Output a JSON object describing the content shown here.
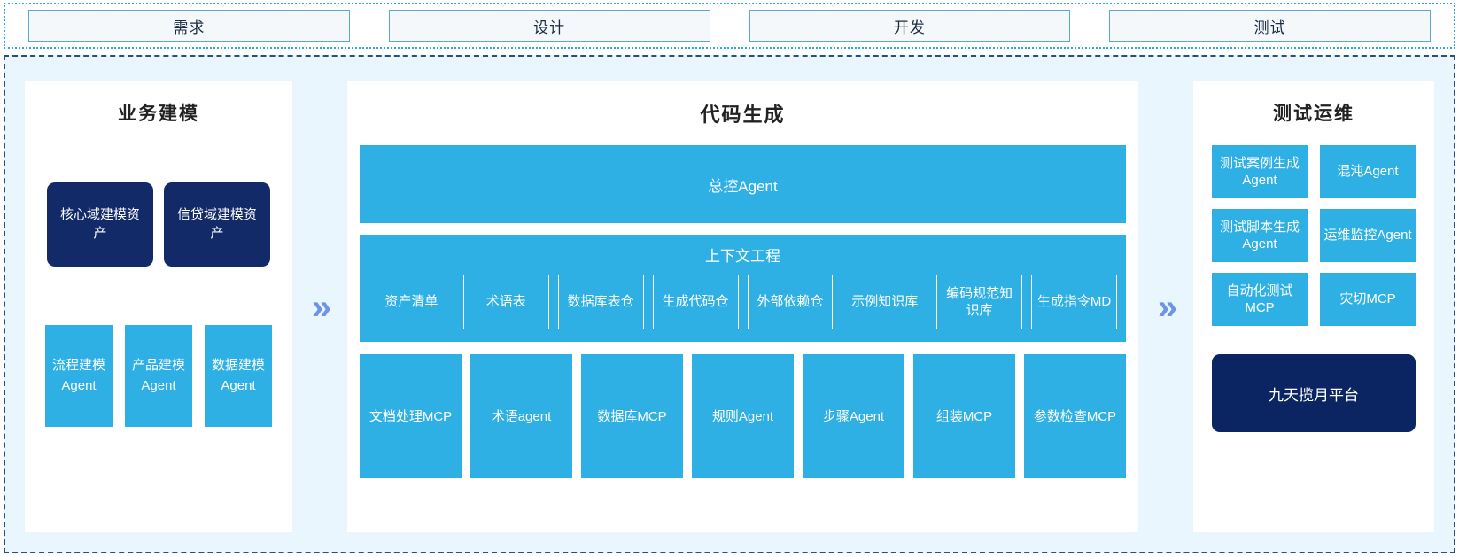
{
  "phases": [
    {
      "label": "需求"
    },
    {
      "label": "设计"
    },
    {
      "label": "开发"
    },
    {
      "label": "测试"
    }
  ],
  "chevron_glyph": "»",
  "colors": {
    "cyan": "#2eb0e5",
    "navy": "#132a68",
    "deep_navy": "#0b2462",
    "bg_light_blue": "#eaf6fd",
    "chevron_blue": "#6f93e8",
    "phase_border": "#5ba7cf",
    "outer_border": "#2aa9e0",
    "main_border": "#2b4f7d"
  },
  "left_panel": {
    "title": "业务建模",
    "assets": [
      {
        "label": "核心域建模资产"
      },
      {
        "label": "信贷域建模资产"
      }
    ],
    "modelers": [
      {
        "label": "流程建模Agent"
      },
      {
        "label": "产品建模Agent"
      },
      {
        "label": "数据建模Agent"
      }
    ]
  },
  "center_panel": {
    "title": "代码生成",
    "master_agent": "总控Agent",
    "context_title": "上下文工程",
    "context_items": [
      {
        "label": "资产清单"
      },
      {
        "label": "术语表"
      },
      {
        "label": "数据库表仓"
      },
      {
        "label": "生成代码仓"
      },
      {
        "label": "外部依赖仓"
      },
      {
        "label": "示例知识库"
      },
      {
        "label": "编码规范知识库"
      },
      {
        "label": "生成指令MD"
      }
    ],
    "tools": [
      {
        "label": "文档处理MCP"
      },
      {
        "label": "术语agent"
      },
      {
        "label": "数据库MCP"
      },
      {
        "label": "规则Agent"
      },
      {
        "label": "步骤Agent"
      },
      {
        "label": "组装MCP"
      },
      {
        "label": "参数检查MCP"
      }
    ]
  },
  "right_panel": {
    "title": "测试运维",
    "items": [
      {
        "label": "测试案例生成Agent"
      },
      {
        "label": "混沌Agent"
      },
      {
        "label": "测试脚本生成Agent"
      },
      {
        "label": "运维监控Agent"
      },
      {
        "label": "自动化测试MCP"
      },
      {
        "label": "灾切MCP"
      }
    ],
    "platform": "九天揽月平台"
  }
}
